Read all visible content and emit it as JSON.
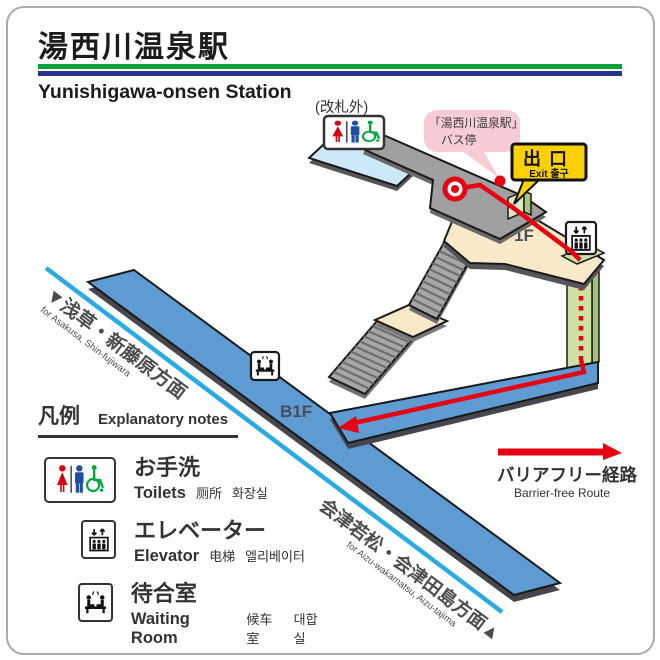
{
  "header": {
    "title_ja": "湯西川温泉駅",
    "title_en": "Yunishigawa-onsen Station"
  },
  "map": {
    "gate_note": "(改札外)",
    "bus_stop": {
      "line1": "「湯西川温泉駅」",
      "line2": "バス停"
    },
    "exit_sign": {
      "ja": "出口",
      "sub": "Exit 출구"
    },
    "floors": {
      "f1": "1F",
      "b1": "B1F"
    },
    "dir_asakusa": {
      "ja": "▼浅草・新藤原方面",
      "en": "for Asakusa, Shin-fujiwara"
    },
    "dir_aizu": {
      "ja": "会津若松・会津田島方面▲",
      "en": "for Aizu-wakamatsu, Aizu-tajima"
    },
    "barrier_free": {
      "ja": "バリアフリー経路",
      "en": "Barrier-free Route"
    }
  },
  "legend": {
    "heading_ja": "凡例",
    "heading_en": "Explanatory notes",
    "items": [
      {
        "icon": "toilet-icon",
        "ja": "お手洗",
        "en": "Toilets",
        "zh": "厕所",
        "ko": "화장실"
      },
      {
        "icon": "elevator-icon",
        "ja": "エレベーター",
        "en": "Elevator",
        "zh": "电梯",
        "ko": "엘리베이터"
      },
      {
        "icon": "waiting-room-icon",
        "ja": "待合室",
        "en": "Waiting Room",
        "zh": "候车室",
        "ko": "대합실"
      }
    ]
  },
  "colors": {
    "accent_red": "#e60012",
    "platform_blue": "#5e9bd3",
    "track_cyan": "#29abe2",
    "floor_cream": "#f8e9c8",
    "shaft_green": "#cfe0a4",
    "sign_yellow": "#fdd000",
    "bubble_pink": "#f8ccd4",
    "header_green": "#00a23e",
    "header_blue": "#27338c"
  }
}
